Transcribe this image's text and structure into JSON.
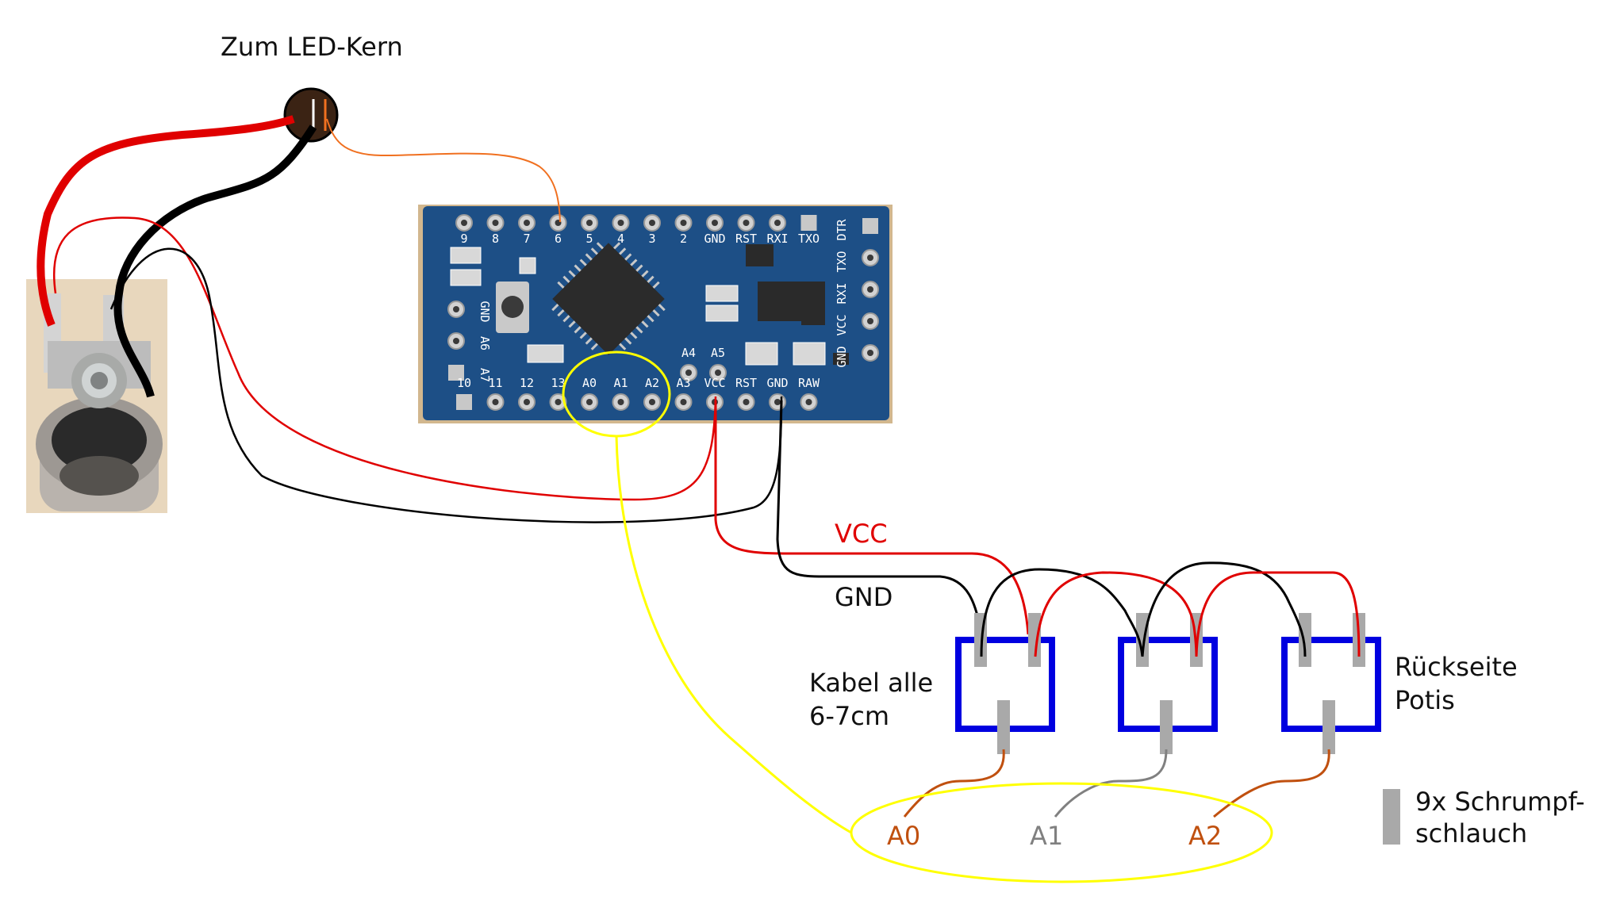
{
  "labels": {
    "led_core": "Zum LED-Kern",
    "vcc": "VCC",
    "gnd": "GND",
    "cable_length_line1": "Kabel alle",
    "cable_length_line2": "6-7cm",
    "back_side_line1": "Rückseite",
    "back_side_line2": "Potis",
    "shrink_line1": "9x Schrumpf-",
    "shrink_line2": "schlauch",
    "pin_a0": "A0",
    "pin_a1": "A1",
    "pin_a2": "A2"
  },
  "board": {
    "top_pins": [
      "9",
      "8",
      "7",
      "6",
      "5",
      "4",
      "3",
      "2",
      "GND",
      "RST",
      "RXI",
      "TXO"
    ],
    "bottom_pins": [
      "10",
      "11",
      "12",
      "13",
      "A0",
      "A1",
      "A2",
      "A3",
      "VCC",
      "RST",
      "GND",
      "RAW"
    ],
    "side_left": [
      "GND",
      "A6",
      "A7"
    ],
    "side_right": [
      "DTR",
      "TXO",
      "RXI",
      "VCC",
      "GND"
    ],
    "inner_labels": [
      "A4",
      "A5"
    ]
  },
  "colors": {
    "vcc_wire": "#e00000",
    "gnd_wire": "#000000",
    "signal_a0_a2": "#c0500f",
    "signal_a1": "#808080",
    "highlight": "#ffff00",
    "pot_outline": "#0000e0",
    "shrink_tube": "#a9a9a9",
    "pcb": "#1d4f86",
    "led_signal": "#f07020"
  },
  "icons": {
    "jack": "dc-jack-icon",
    "led": "led-core-icon",
    "shrink": "shrink-tube-icon"
  }
}
